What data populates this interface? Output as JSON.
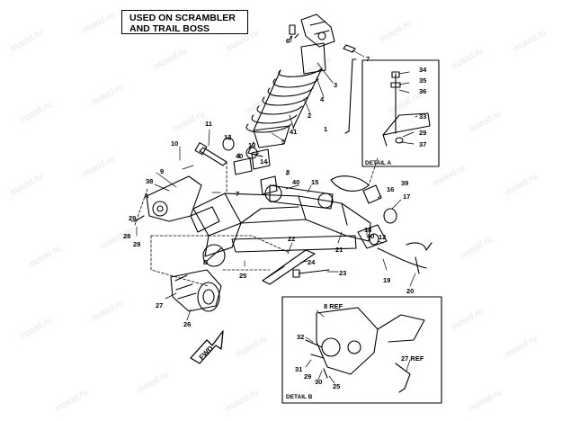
{
  "title": {
    "line1": "USED ON SCRAMBLER",
    "line2": "AND TRAIL BOSS"
  },
  "watermark": "motod.ru",
  "detail_a": {
    "caption": "DETAIL A",
    "callouts": [
      "34",
      "35",
      "36",
      "33",
      "29",
      "37"
    ]
  },
  "detail_b": {
    "caption": "DETAIL B",
    "ref_top": "8 REF",
    "ref_right": "27 REF",
    "callouts": [
      "32",
      "31",
      "29",
      "30",
      "25"
    ]
  },
  "fwd_label": "FWD",
  "callouts": {
    "c1": "1",
    "c2": "2",
    "c3": "3",
    "c4": "4",
    "c5": "5",
    "c6": "6",
    "c7": "7",
    "c7b": "7",
    "c8": "8",
    "c9": "9",
    "c10": "10",
    "c11": "11",
    "c12": "12",
    "c12b": "12",
    "c13": "13",
    "c14": "14",
    "c15": "15",
    "c16": "16",
    "c17": "17",
    "c18": "18",
    "c19": "19",
    "c20": "20",
    "c21": "21",
    "c22": "22",
    "c23": "23",
    "c24": "24",
    "c25": "25",
    "c26": "26",
    "c27": "27",
    "c28": "28",
    "c29": "29",
    "c38": "38",
    "c39": "39",
    "c40": "40",
    "c40b": "40",
    "c40c": "40",
    "c41": "41",
    "cA": "A",
    "cB": "B"
  },
  "colors": {
    "ink": "#000000",
    "paper": "#ffffff",
    "watermark": "#e6e6e6"
  }
}
